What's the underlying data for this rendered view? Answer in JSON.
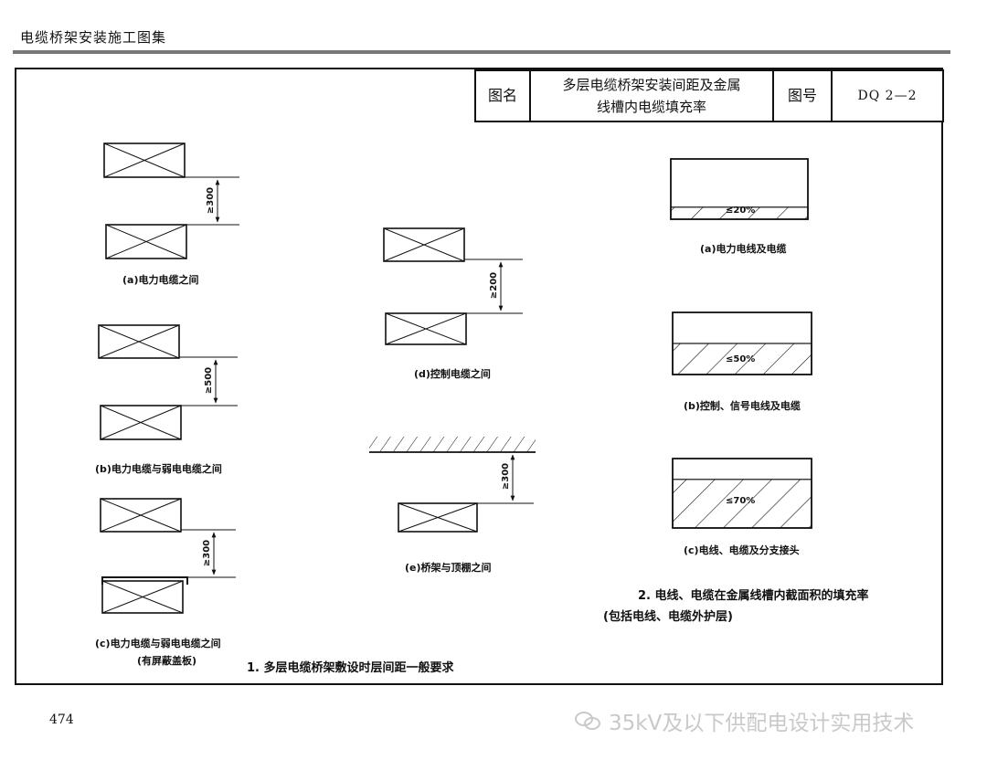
{
  "header": {
    "book_title": "电缆桥架安装施工图集"
  },
  "title_block": {
    "name_label": "图名",
    "name_line1": "多层电缆桥架安装间距及金属",
    "name_line2": "线槽内电缆填充率",
    "code_label": "图号",
    "code_value": "DQ 2—2"
  },
  "spacing_diagrams": [
    {
      "caption": "(a)电力电缆之间",
      "dimension": "≥300"
    },
    {
      "caption": "(b)电力电缆与弱电电缆之间",
      "dimension": "≥500"
    },
    {
      "caption": "(c)电力电缆与弱电电缆之间",
      "caption2": "(有屏蔽盖板)",
      "dimension": "≥300"
    },
    {
      "caption": "(d)控制电缆之间",
      "dimension": "≥200"
    },
    {
      "caption": "(e)桥架与顶棚之间",
      "dimension": "≥300"
    }
  ],
  "section1_heading": "1. 多层电缆桥架敷设时层间距一般要求",
  "fill_diagrams": [
    {
      "caption": "(a)电力电线及电缆",
      "percent": "≤20%",
      "fill_fraction": 0.2
    },
    {
      "caption": "(b)控制、信号电线及电缆",
      "percent": "≤50%",
      "fill_fraction": 0.5
    },
    {
      "caption": "(c)电线、电缆及分支接头",
      "percent": "≤70%",
      "fill_fraction": 0.7
    }
  ],
  "section2_heading": "2. 电线、电缆在金属线槽内截面积的填充率",
  "section2_sub": "(包括电线、电缆外护层)",
  "footer": {
    "page_number": "474",
    "watermark": "35kV及以下供配电设计实用技术",
    "watermark_icon": "wechat-icon"
  }
}
